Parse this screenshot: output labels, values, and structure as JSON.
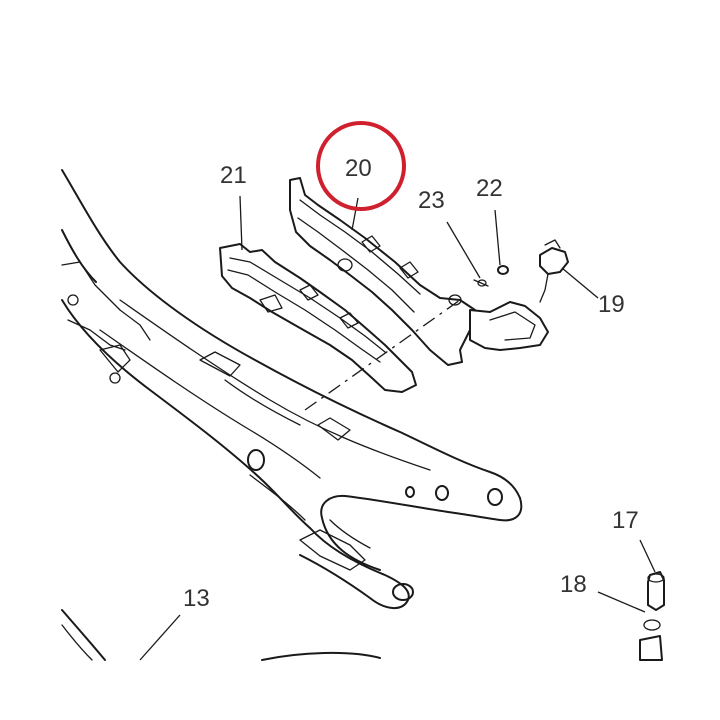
{
  "diagram": {
    "highlight_color": "#d0202e",
    "line_color": "#1a1a1a",
    "text_color": "#333333",
    "callouts": {
      "c13": "13",
      "c17": "17",
      "c18": "18",
      "c19": "19",
      "c20": "20",
      "c21": "21",
      "c22": "22",
      "c23": "23"
    },
    "highlighted_callout": "20"
  }
}
